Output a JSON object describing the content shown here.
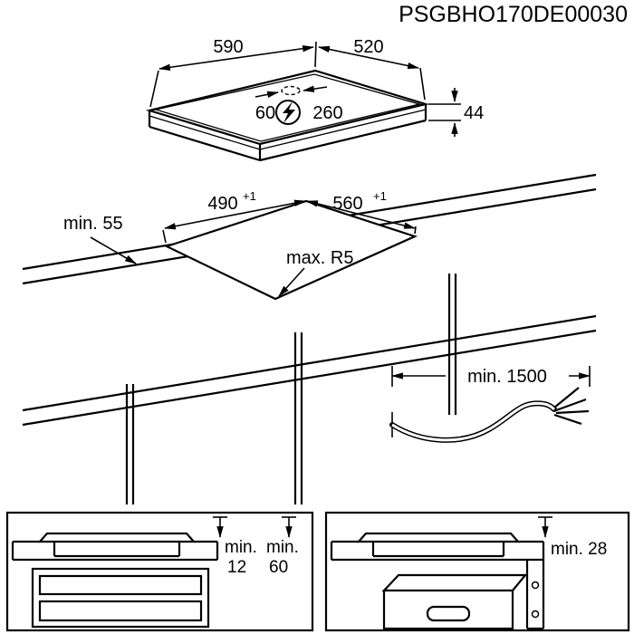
{
  "title": "PSGBHO170DE00030",
  "hob": {
    "width": "590",
    "depth": "520",
    "height": "44",
    "cable_left": "60",
    "cable_right": "260"
  },
  "cutout": {
    "width": "490",
    "width_tol": "+1",
    "depth": "560",
    "depth_tol": "+1",
    "front_clearance": "min. 55",
    "corner_radius": "max. R5"
  },
  "cable": {
    "min_length": "min. 1500"
  },
  "drawer_clearance": {
    "min_label_1": "min.",
    "value_1": "12",
    "min_label_2": "min.",
    "value_2": "60"
  },
  "oven_clearance": {
    "value": "min. 28"
  }
}
